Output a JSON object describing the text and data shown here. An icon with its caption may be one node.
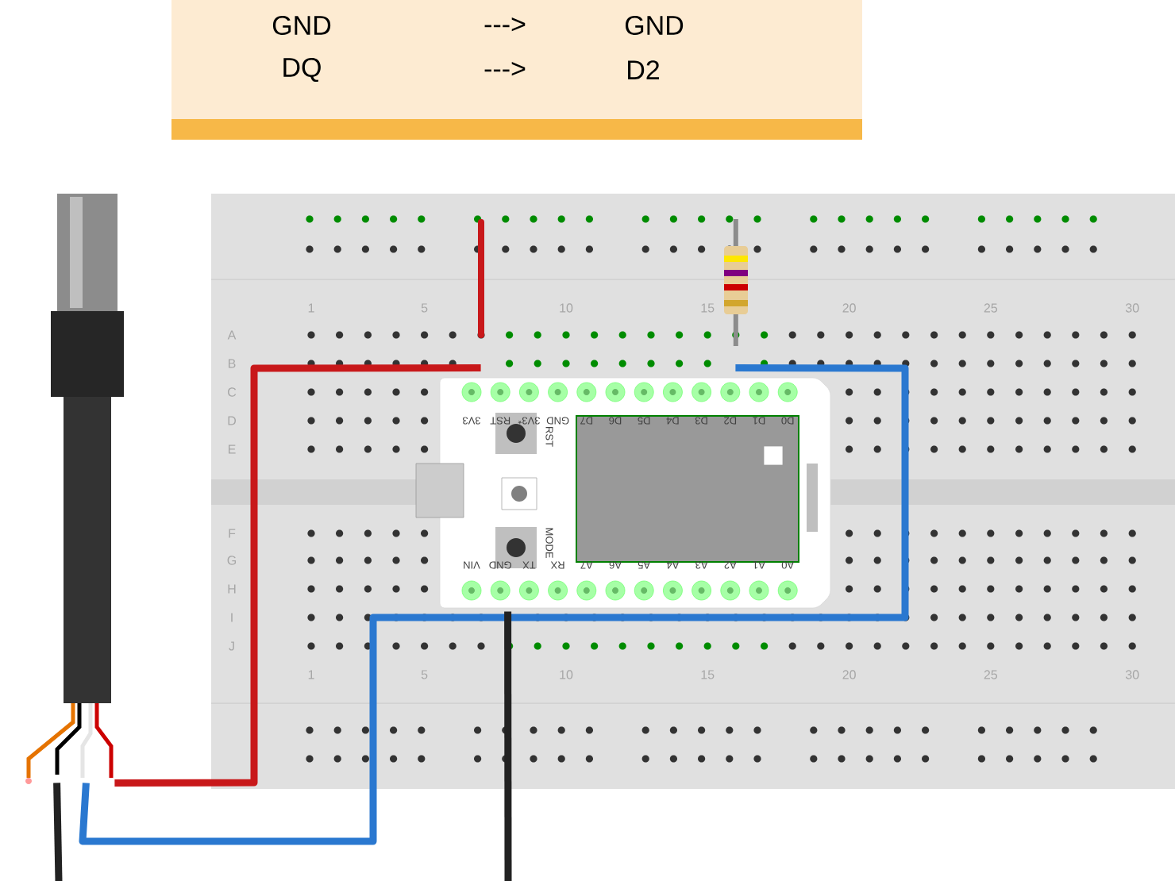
{
  "diagram": {
    "nodes": [
      {
        "text": [],
        "shape": "picture"
      },
      {
        "text": [],
        "shape": "picture",
        "in": 0
      },
      {
        "text": [],
        "shape": "picture"
      }
    ],
    "edges": [
      {
        "from": 2,
        "to": 1,
        "arrow": "none",
        "color": "#c8181a"
      },
      {
        "from": 2,
        "to": 1,
        "arrow": "none",
        "color": "#2a78d0"
      },
      {
        "from": 2,
        "to": null,
        "arrow": "none",
        "color": "#222222"
      },
      {
        "from": 1,
        "to": null,
        "arrow": "none",
        "color": "#222222"
      }
    ],
    "labels": [
      "GND",
      "--->",
      "GND",
      "DQ",
      "--->",
      "D2",
      "1",
      "5",
      "10",
      "15",
      "20",
      "25",
      "30",
      "A",
      "B",
      "C",
      "D",
      "E",
      "3V3",
      "RST",
      "3V3*",
      "GND",
      "D7",
      "D6",
      "D5",
      "D4",
      "D3",
      "D2",
      "D1",
      "D0",
      "RST",
      "MODE",
      "VIN",
      "GND",
      "TX",
      "RX",
      "A7",
      "A6",
      "A5",
      "A4",
      "A3",
      "A2",
      "A1",
      "A0",
      "F",
      "G",
      "H",
      "I",
      "J",
      "1",
      "5",
      "10",
      "15",
      "20",
      "25",
      "30"
    ]
  }
}
